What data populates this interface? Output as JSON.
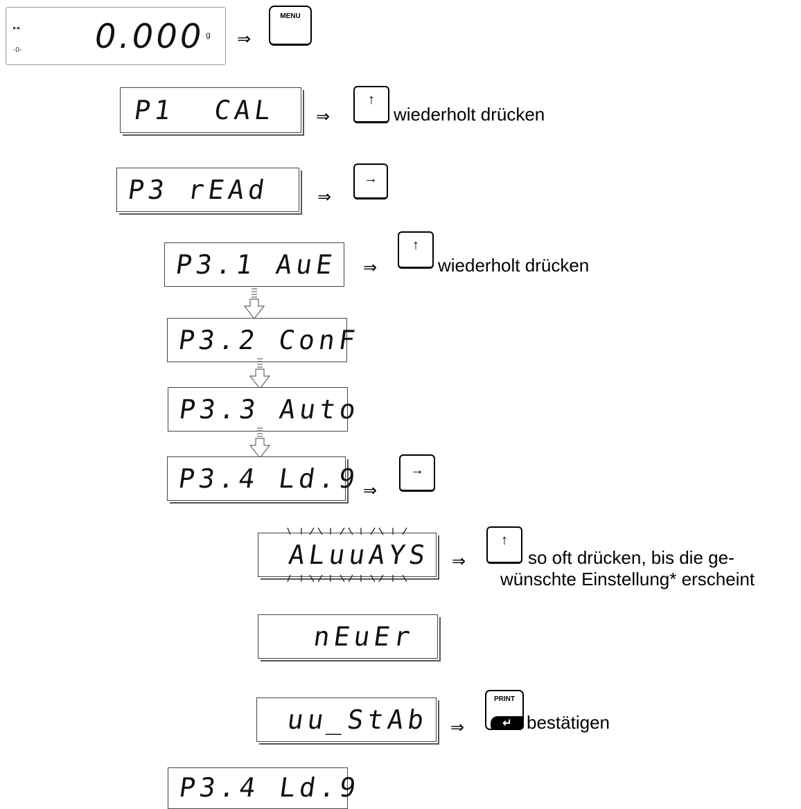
{
  "flow": {
    "start_display": {
      "value": "0.000",
      "unit": "g",
      "zero_marker": "-0-",
      "stable_marker": "▸◂"
    },
    "menu_key": "MENU",
    "print_key": "PRINT",
    "implies": "⇒",
    "steps": [
      {
        "display": "P1  CAL",
        "action": "wiederholt drücken"
      },
      {
        "display": "P3 rEAd",
        "action": ""
      },
      {
        "display": "P3.1 AuE",
        "action": "wiederholt drücken"
      },
      {
        "display": "P3.2 ConF",
        "action": ""
      },
      {
        "display": "P3.3 Auto",
        "action": ""
      },
      {
        "display": "P3.4 Ld.9",
        "action": ""
      },
      {
        "display": "ALuuAYS",
        "action_line1": "so oft drücken, bis die ge-",
        "action_line2": "wünschte Einstellung* erscheint"
      },
      {
        "display": "nEuEr",
        "action": ""
      },
      {
        "display": "uu_StAb",
        "action": "bestätigen"
      },
      {
        "display": "P3.4 Ld.9",
        "action": ""
      }
    ]
  }
}
